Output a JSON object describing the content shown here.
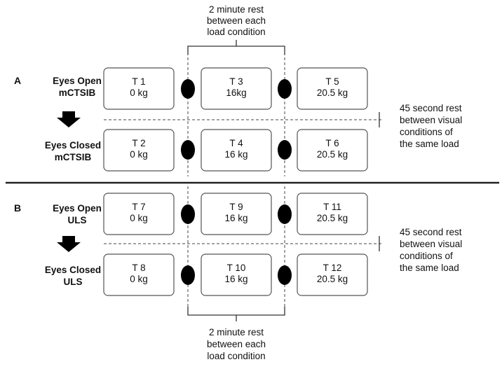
{
  "panels": [
    {
      "label": "A",
      "rows": [
        {
          "label_lines": [
            "Eyes Open",
            "mCTSIB"
          ],
          "trials": [
            {
              "name": "T 1",
              "load": "0 kg"
            },
            {
              "name": "T 3",
              "load": "16kg"
            },
            {
              "name": "T 5",
              "load": "20.5 kg"
            }
          ]
        },
        {
          "label_lines": [
            "Eyes Closed",
            "mCTSIB"
          ],
          "trials": [
            {
              "name": "T 2",
              "load": "0 kg"
            },
            {
              "name": "T 4",
              "load": "16 kg"
            },
            {
              "name": "T 6",
              "load": "20.5 kg"
            }
          ]
        }
      ],
      "visual_rest_note": [
        "45 second rest",
        "between visual",
        "conditions of",
        "the same load"
      ]
    },
    {
      "label": "B",
      "rows": [
        {
          "label_lines": [
            "Eyes Open",
            "ULS"
          ],
          "trials": [
            {
              "name": "T 7",
              "load": "0 kg"
            },
            {
              "name": "T 9",
              "load": "16 kg"
            },
            {
              "name": "T 11",
              "load": "20.5 kg"
            }
          ]
        },
        {
          "label_lines": [
            "Eyes Closed",
            "ULS"
          ],
          "trials": [
            {
              "name": "T 8",
              "load": "0 kg"
            },
            {
              "name": "T 10",
              "load": "16 kg"
            },
            {
              "name": "T 12",
              "load": "20.5 kg"
            }
          ]
        }
      ],
      "visual_rest_note": [
        "45 second rest",
        "between visual",
        "conditions of",
        "the same load"
      ]
    }
  ],
  "load_rest_note_top": [
    "2 minute rest",
    "between each",
    "load condition"
  ],
  "load_rest_note_bottom": [
    "2 minute rest",
    "between each",
    "load condition"
  ]
}
